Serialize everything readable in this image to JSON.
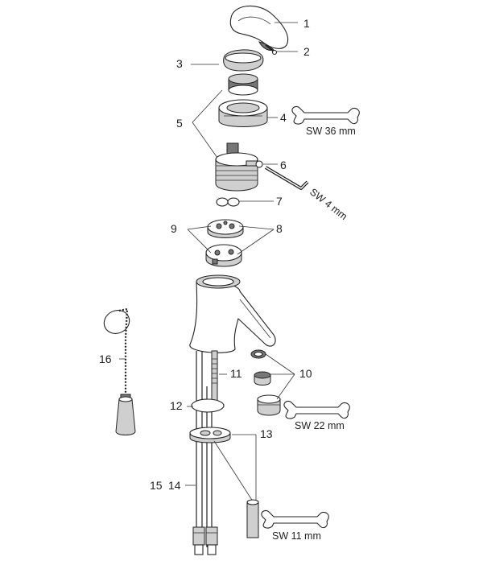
{
  "part_numbers": {
    "p1": "1",
    "p2": "2",
    "p3": "3",
    "p4": "4",
    "p5": "5",
    "p6": "6",
    "p7": "7",
    "p8": "8",
    "p9": "9",
    "p10": "10",
    "p11": "11",
    "p12": "12",
    "p13": "13",
    "p14": "14",
    "p15": "15",
    "p16": "16"
  },
  "tools": {
    "wrench_36": "SW 36 mm",
    "hex_key_4": "SW 4 mm",
    "wrench_22": "SW 22 mm",
    "wrench_11": "SW 11 mm"
  }
}
